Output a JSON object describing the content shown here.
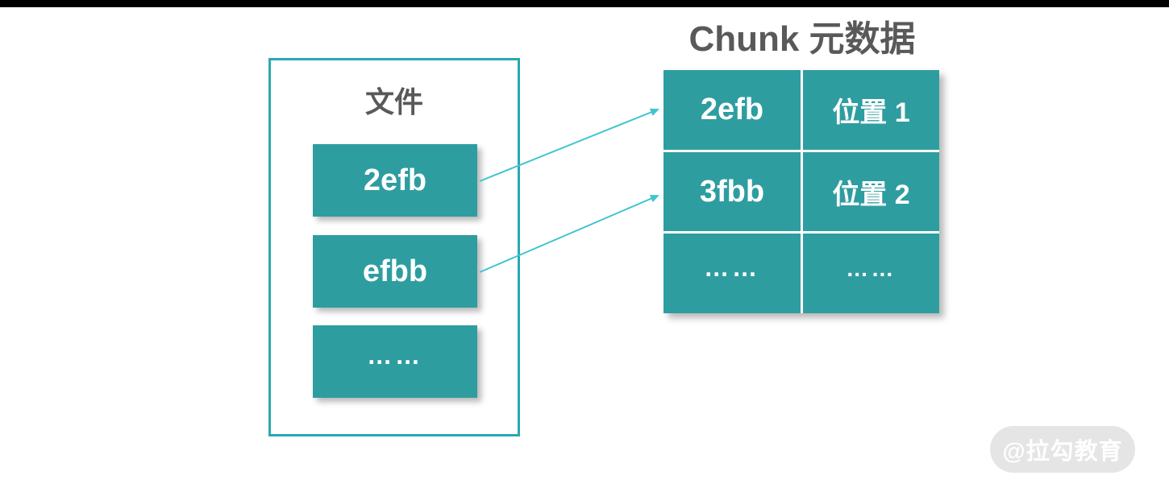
{
  "diagram": {
    "file_box": {
      "title": "文件",
      "chunks": [
        "2efb",
        "efbb",
        "……"
      ]
    },
    "metadata": {
      "title": "Chunk 元数据",
      "rows": [
        {
          "chunk": "2efb",
          "location": "位置 1"
        },
        {
          "chunk": "3fbb",
          "location": "位置 2"
        },
        {
          "chunk": "……",
          "location": "……"
        }
      ]
    },
    "watermark": "@拉勾教育"
  },
  "colors": {
    "teal": "#2E9DA0",
    "teal-border": "#2AA9AF",
    "arrow": "#41C4CF",
    "heading": "#595959",
    "top-bar": "#000000",
    "watermark-bg": "#E3E3E3",
    "watermark-text": "#FFFFFF"
  }
}
